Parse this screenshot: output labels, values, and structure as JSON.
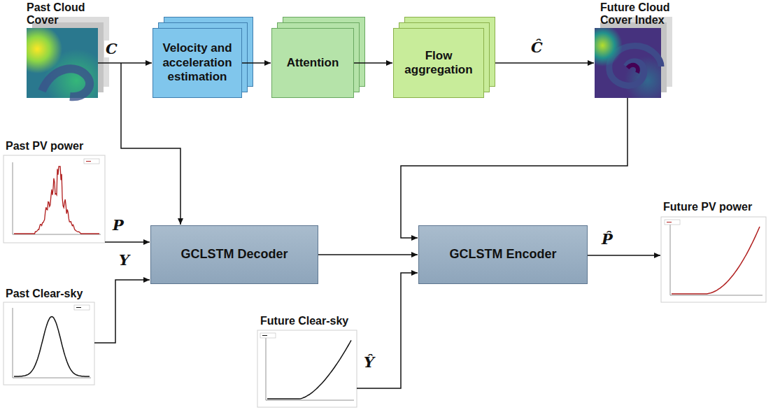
{
  "diagram": {
    "nodes": [
      {
        "text": [
          "Velocity and acceleration estimation"
        ]
      },
      {
        "text": [
          "Attention"
        ]
      },
      {
        "text": [
          "Flow aggregation"
        ]
      },
      {
        "text": [
          "GCLSTM Decoder"
        ]
      },
      {
        "text": [
          "GCLSTM Encoder"
        ]
      }
    ],
    "edges": [
      {
        "from": 0,
        "to": 1,
        "arrow": "to"
      },
      {
        "from": 1,
        "to": 2,
        "arrow": "to"
      },
      {
        "from": 3,
        "to": 4,
        "arrow": "to"
      }
    ],
    "labels": [
      "Past Cloud Cover",
      "C",
      "Future Cloud Cover Index",
      "Ĉ",
      "Past PV power",
      "P",
      "Past Clear-sky",
      "Y",
      "Future Clear-sky",
      "Ŷ",
      "Future PV power",
      "P̂"
    ]
  }
}
